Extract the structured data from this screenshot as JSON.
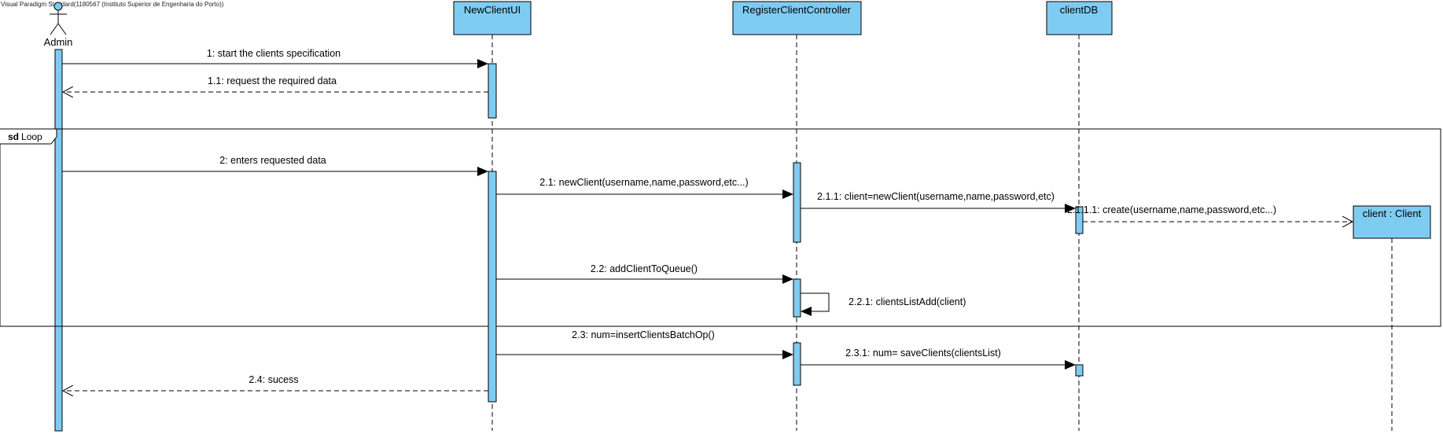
{
  "watermark": "Visual Paradigm Standard(1180567 (Instituto Superior de Engenharia do Porto))",
  "colors": {
    "box_fill": "#7FCCF2",
    "line": "#000000"
  },
  "actor": {
    "name": "Admin",
    "icon": "stick-figure-icon"
  },
  "lifelines": {
    "ui": "NewClientUI",
    "controller": "RegisterClientController",
    "db": "clientDB",
    "client": "client : Client"
  },
  "frame": {
    "keyword": "sd",
    "name": "Loop"
  },
  "messages": {
    "m1": "1: start the clients  specification",
    "m1_1": "1.1: request the required data",
    "m2": "2: enters requested data",
    "m2_1": "2.1: newClient(username,name,password,etc...)",
    "m2_1_1": "2.1.1: client=newClient(username,name,password,etc)",
    "m2_1_1_1": "2.1.1.1: create(username,name,password,etc...)",
    "m2_2": "2.2: addClientToQueue()",
    "m2_2_1": "2.2.1: clientsListAdd(client)",
    "m2_3": "2.3: num=insertClientsBatchOp()",
    "m2_3_1": "2.3.1: num= saveClients(clientsList)",
    "m2_4": "2.4: sucess"
  }
}
